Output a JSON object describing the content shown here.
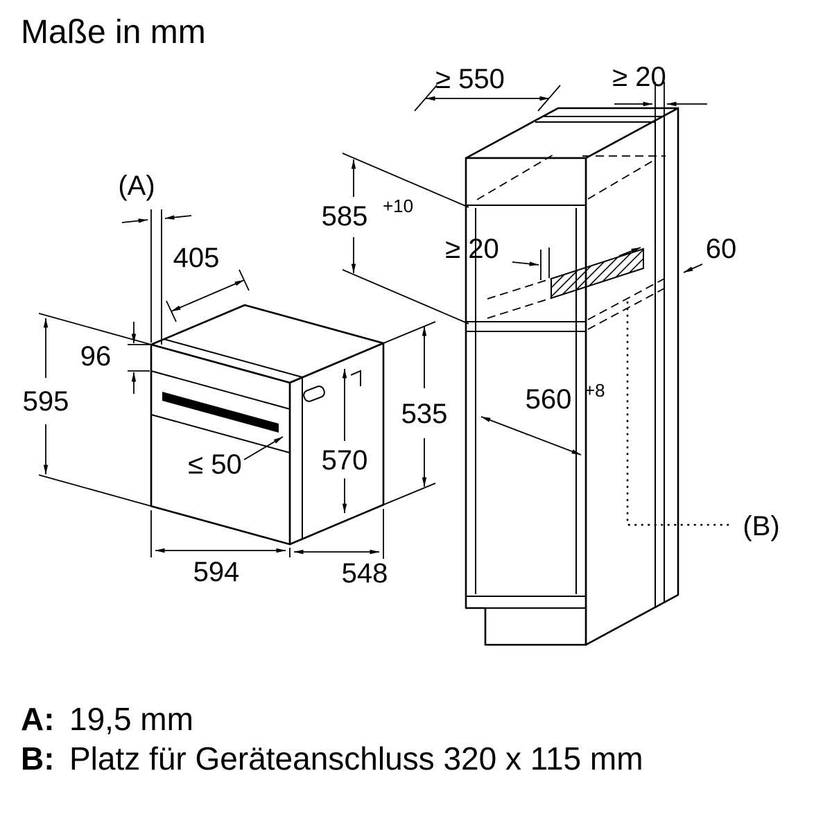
{
  "title": "Maße in mm",
  "drawing": {
    "oven": {
      "ref_label": "(A)",
      "dims": {
        "depth_top": "405",
        "control_panel_height": "96",
        "height": "595",
        "handle_clearance": "≤ 50",
        "front_depth": "570",
        "side_height": "535",
        "width": "594",
        "body_depth": "548"
      }
    },
    "cabinet": {
      "ref_label": "(B)",
      "dims": {
        "min_depth": "≥ 550",
        "top_rear_gap": "≥ 20",
        "niche_height": "585",
        "niche_height_tol": "+10",
        "vent_gap": "≥ 20",
        "vent_depth": "60",
        "niche_width": "560",
        "niche_width_tol": "+8"
      }
    }
  },
  "legend": {
    "a_key": "A:",
    "a_value": "19,5 mm",
    "b_key": "B:",
    "b_value": "Platz für Geräteanschluss 320 x 115 mm"
  },
  "colors": {
    "line": "#000000",
    "background": "#ffffff"
  }
}
